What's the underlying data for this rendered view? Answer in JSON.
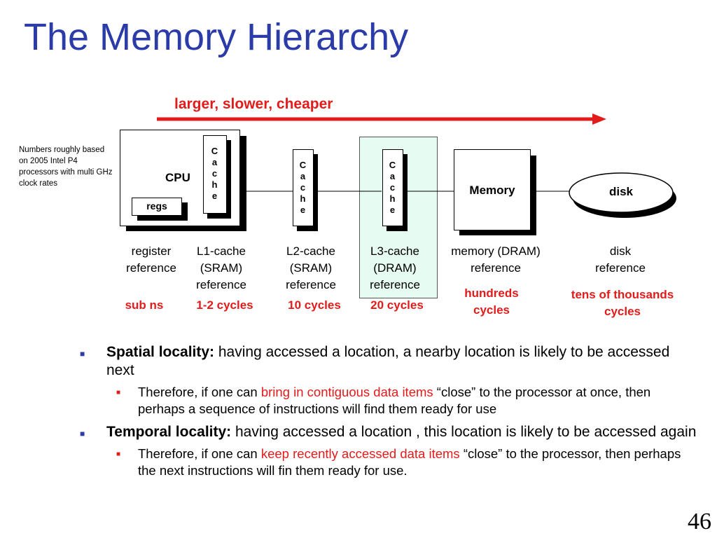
{
  "title": "The Memory Hierarchy",
  "arrow_label": "larger, slower, cheaper",
  "side_note": "Numbers roughly based on 2005 Intel P4 processors with multi GHz clock rates",
  "diagram": {
    "cpu_label": "CPU",
    "regs_label": "regs",
    "cache_letters": [
      "C",
      "a",
      "c",
      "h",
      "e"
    ],
    "memory_label": "Memory",
    "disk_label": "disk",
    "l3_highlight_color": "#e6fbf2"
  },
  "levels": [
    {
      "name": [
        "register",
        "reference"
      ],
      "latency": [
        "sub ns"
      ]
    },
    {
      "name": [
        "L1-cache",
        "(SRAM)",
        "reference"
      ],
      "latency": [
        "1-2 cycles"
      ]
    },
    {
      "name": [
        "L2-cache",
        "(SRAM)",
        "reference"
      ],
      "latency": [
        "10 cycles"
      ]
    },
    {
      "name": [
        "L3-cache",
        "(DRAM)",
        "reference"
      ],
      "latency": [
        "20 cycles"
      ]
    },
    {
      "name": [
        "memory (DRAM)",
        "reference"
      ],
      "latency": [
        "hundreds",
        "cycles"
      ]
    },
    {
      "name": [
        "disk",
        "reference"
      ],
      "latency": [
        "tens of thousands",
        "cycles"
      ]
    }
  ],
  "bullets": {
    "spatial": {
      "term": "Spatial locality:",
      "text": " having accessed a location, a nearby location is likely to be accessed next",
      "sub_pre": "Therefore, if one can ",
      "sub_highlight": "bring in contiguous data items",
      "sub_post": " “close” to the processor at once, then perhaps a sequence of instructions will find them ready for use"
    },
    "temporal": {
      "term": "Temporal locality:",
      "text": " having accessed a location , this location is likely to be accessed again",
      "sub_pre": "Therefore, if one can ",
      "sub_highlight": "keep recently accessed data items",
      "sub_post": " “close” to the processor, then perhaps the next instructions will fin them ready for use."
    }
  },
  "page_number": "46",
  "colors": {
    "title": "#2b3ca8",
    "accent_red": "#e21b1b",
    "l3_fill": "#e6fbf2",
    "bullet_blue": "#2b3ca8"
  }
}
